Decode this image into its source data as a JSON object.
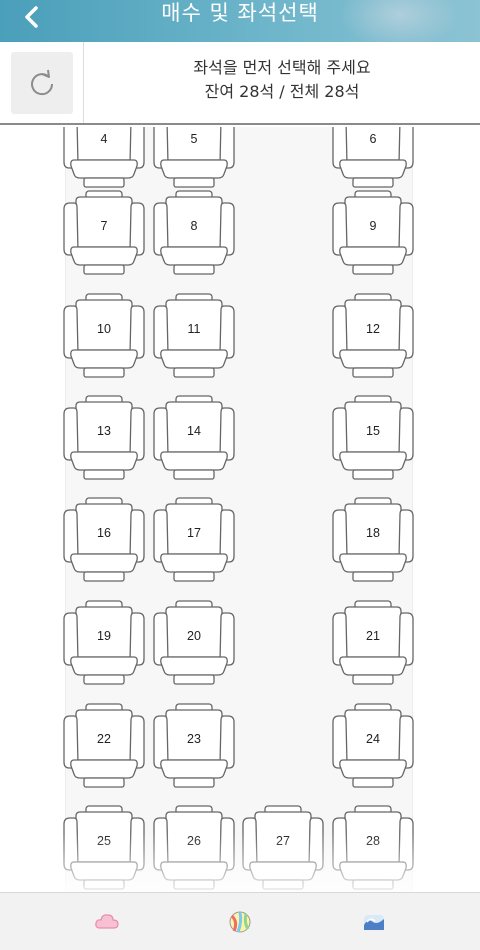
{
  "header": {
    "title": "매수 및 좌석선택",
    "back_icon": "chevron-left-icon"
  },
  "info": {
    "message": "좌석을 먼저 선택해 주세요",
    "count": "잔여 28석 / 전체 28석",
    "refresh_icon": "refresh-icon"
  },
  "seats": [
    "4",
    "5",
    "6",
    "7",
    "8",
    "9",
    "10",
    "11",
    "12",
    "13",
    "14",
    "15",
    "16",
    "17",
    "18",
    "19",
    "20",
    "21",
    "22",
    "23",
    "24",
    "25",
    "26",
    "27",
    "28"
  ],
  "bottom_nav": {
    "items": [
      {
        "icon": "cloud-icon",
        "color": "#f4a6c4"
      },
      {
        "icon": "ball-icon",
        "color": "#7fcf8a"
      },
      {
        "icon": "wave-icon",
        "color": "#4d7fc7"
      }
    ]
  },
  "colors": {
    "header": "#5aa8c2",
    "seat_outline": "#666666"
  }
}
